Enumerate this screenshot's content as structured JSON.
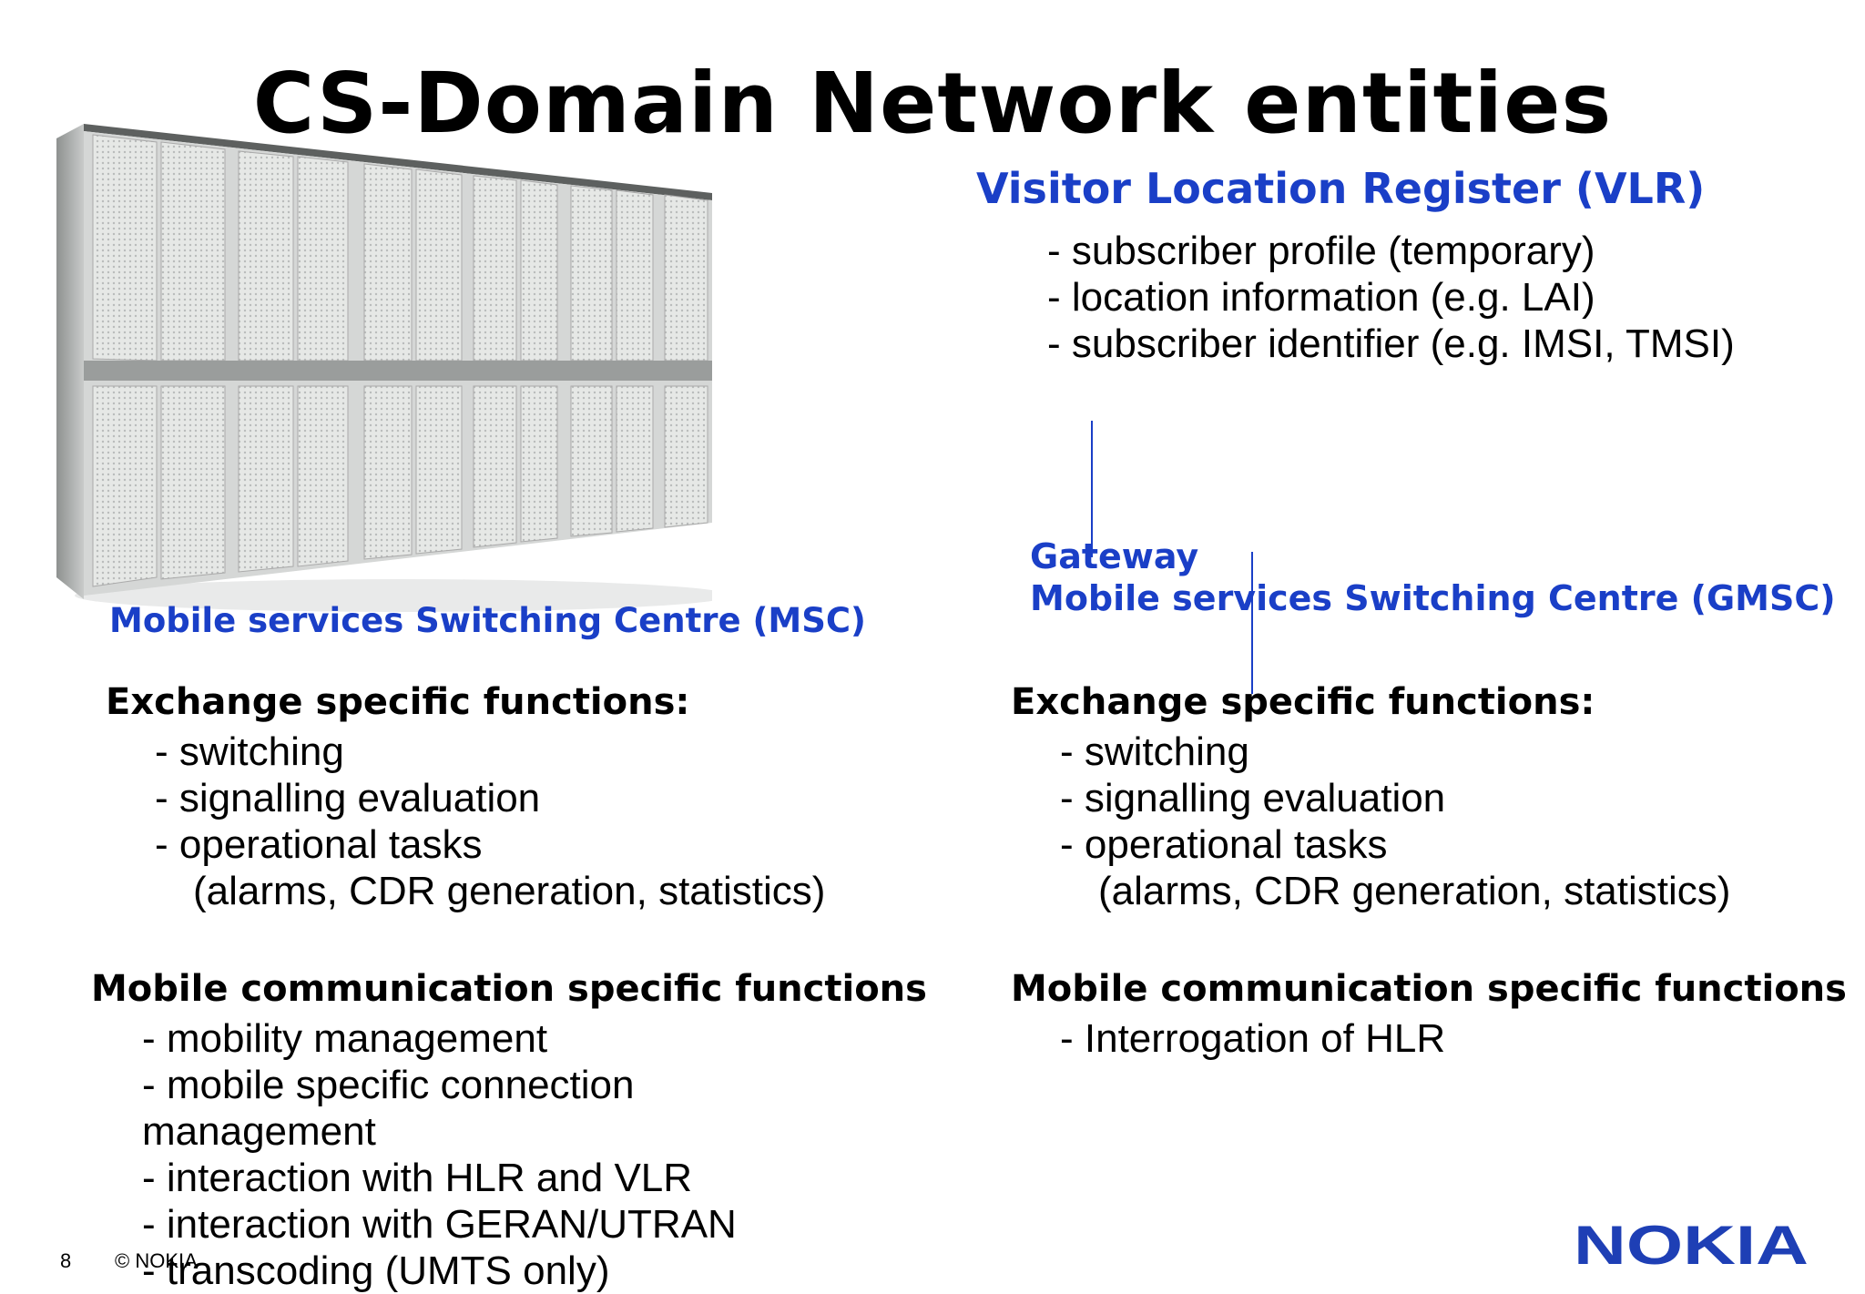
{
  "title": "CS-Domain Network entities",
  "vlr": {
    "heading": "Visitor Location Register (VLR)",
    "items": [
      "- subscriber profile (temporary)",
      "- location information (e.g. LAI)",
      "- subscriber identifier (e.g. IMSI, TMSI)"
    ]
  },
  "msc": {
    "label": "Mobile services Switching Centre (MSC)",
    "exchange_heading": "Exchange specific functions:",
    "exchange_items": [
      "- switching",
      "- signalling evaluation",
      "- operational tasks",
      "(alarms, CDR generation, statistics)"
    ],
    "mobile_heading": "Mobile communication specific functions",
    "mobile_items": [
      "- mobility management",
      "- mobile specific connection",
      "management",
      "- interaction with HLR and VLR",
      "- interaction with GERAN/UTRAN",
      "- transcoding (UMTS only)"
    ]
  },
  "gmsc": {
    "label_line1": "Gateway",
    "label_line2": "Mobile services Switching Centre (GMSC)",
    "exchange_heading": "Exchange specific functions:",
    "exchange_items": [
      "- switching",
      "- signalling evaluation",
      "- operational tasks",
      "(alarms, CDR generation, statistics)"
    ],
    "mobile_heading": "Mobile communication specific functions",
    "mobile_items": [
      "- Interrogation of HLR"
    ]
  },
  "footer": {
    "page_number": "8",
    "copyright": "© NOKIA",
    "logo_text": "NOKIA"
  },
  "colors": {
    "accent_blue": "#1a3fc7",
    "logo_blue": "#1e3fb5"
  }
}
